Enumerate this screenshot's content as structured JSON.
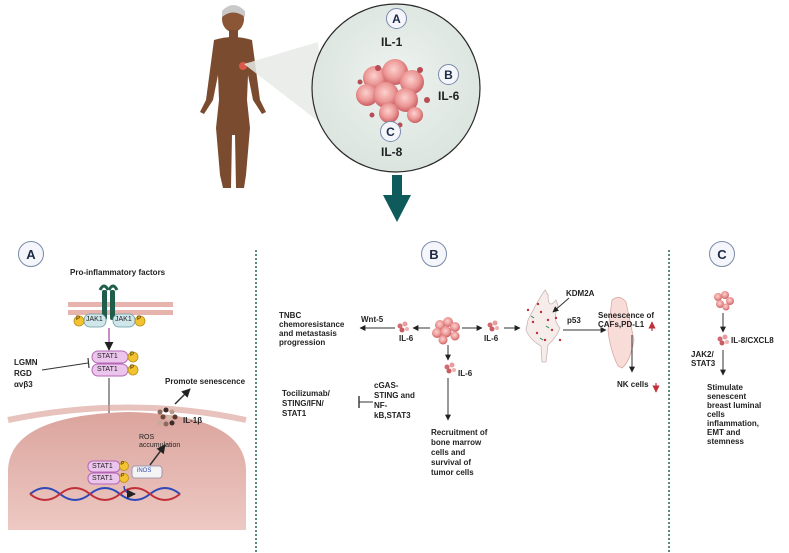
{
  "top": {
    "badge_a": "A",
    "label_il1": "IL-1",
    "badge_b": "B",
    "label_il6": "IL-6",
    "badge_c": "C",
    "label_il8": "IL-8"
  },
  "panel_a": {
    "badge": "A",
    "title": "Pro-inflammatory factors",
    "jak1_left": "JAK1",
    "jak1_right": "JAK1",
    "p": "P",
    "stat1": "STAT1",
    "inhibitors": [
      "LGMN",
      "RGD",
      "αvβ3"
    ],
    "promote_senescence": "Promote senescence",
    "il1b": "IL-1β",
    "ros": [
      "ROS",
      "accumulation"
    ],
    "inos": "iNOS"
  },
  "panel_b": {
    "badge": "B",
    "tnbc": [
      "TNBC",
      "chemoresistance",
      "and metastasis",
      "progression"
    ],
    "wnt5": "Wnt-5",
    "il6_left": "IL-6",
    "il6_mid": "IL-6",
    "il6_down": "IL-6",
    "kdm2a": "KDM2A",
    "p53": "p53",
    "senescence_cafs": "Senescence of",
    "cafs_pdl1": "CAFs,PD-L1",
    "nk_cells": "NK cells",
    "cgas": [
      "cGAS-",
      "STING and",
      "NF-",
      "kB,STAT3"
    ],
    "inhibitors": [
      "Tocilizumab/",
      "STING/IFN/",
      "STAT1"
    ],
    "recruitment": [
      "Recruitment of",
      "bone marrow",
      "cells and",
      "survival  of",
      "tumor cells"
    ]
  },
  "panel_c": {
    "badge": "C",
    "il8_cxcl8": "IL-8/CXCL8",
    "jak2_stat3": [
      "JAK2/",
      "STAT3"
    ],
    "outcome": [
      "Stimulate",
      "senescent",
      "breast luminal",
      "cells",
      "inflammation,",
      "EMT and",
      "stemness"
    ]
  },
  "colors": {
    "dotted_divider": "#5b8a7a",
    "arrow_teal": "#0f5a5a",
    "cell_pink": "#e8888a",
    "skin": "#7a4a2e",
    "stat_purple": "#c980c9",
    "receptor_green": "#1f5e4a",
    "p_yellow": "#f2c230",
    "membrane_pink": "#e7b3ad"
  }
}
